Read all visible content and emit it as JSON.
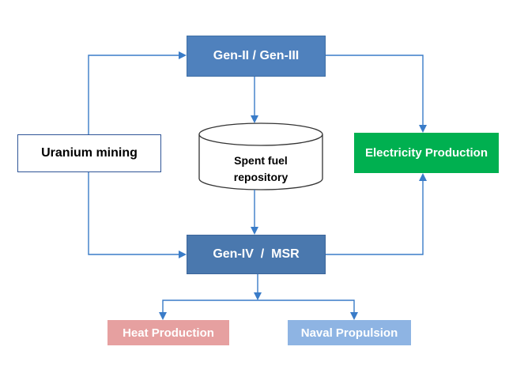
{
  "nodes": {
    "gen23": "Gen-II / Gen-III",
    "repository": "Spent fuel\nrepository",
    "gen4": "Gen-IV  /  MSR",
    "uranium": "Uranium mining",
    "electricity": "Electricity Production",
    "heat": "Heat Production",
    "naval": "Naval Propulsion"
  },
  "colors": {
    "gen_box": "#4f81bd",
    "arrow": "#3a7cc8",
    "electricity": "#00b050",
    "heat": "#e6a0a0",
    "naval": "#8eb4e3",
    "uranium_border": "#2f5597"
  }
}
